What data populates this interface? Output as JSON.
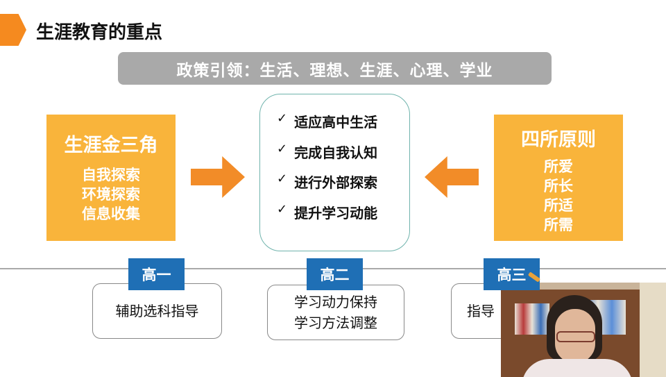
{
  "title": "生涯教育的重点",
  "policy": "政策引领：生活、理想、生涯、心理、学业",
  "left_box": {
    "heading": "生涯金三角",
    "items": [
      "自我探索",
      "环境探索",
      "信息收集"
    ]
  },
  "center_box": {
    "check": "✓",
    "items": [
      "适应高中生活",
      "完成自我认知",
      "进行外部探索",
      "提升学习动能"
    ]
  },
  "right_box": {
    "heading": "四所原则",
    "items": [
      "所爱",
      "所长",
      "所适",
      "所需"
    ]
  },
  "grades": [
    {
      "label": "高一",
      "lines": [
        "辅助选科指导"
      ]
    },
    {
      "label": "高二",
      "lines": [
        "学习动力保持",
        "学习方法调整"
      ]
    },
    {
      "label": "高三",
      "lines": [
        "指导"
      ]
    }
  ],
  "colors": {
    "orange": "#F9B43B",
    "arrow": "#F28C28",
    "blue": "#1F6FB5",
    "gray": "#A9A9A9",
    "teal": "#6FB3AC"
  }
}
